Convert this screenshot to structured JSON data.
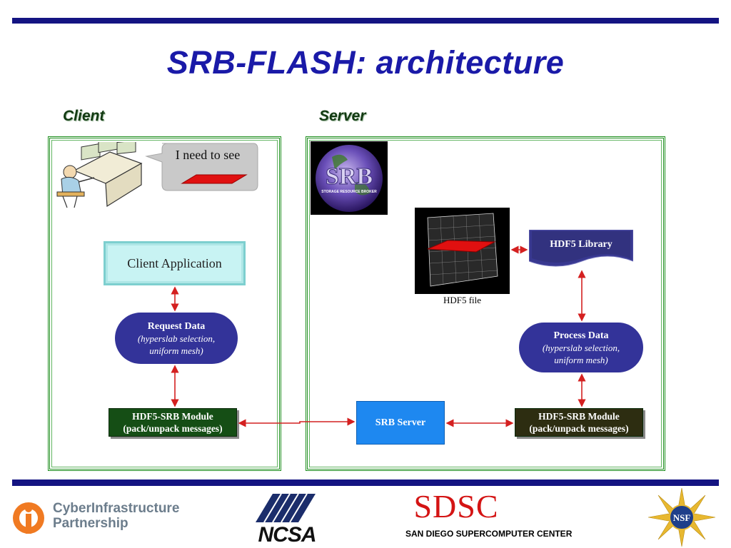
{
  "title": "SRB-FLASH: architecture",
  "client": {
    "label": "Client",
    "speech_bubble": "I need to see",
    "client_application": "Client Application",
    "request_data": {
      "heading": "Request Data",
      "detail_line1": "(hyperslab selection,",
      "detail_line2": "uniform mesh)"
    },
    "module": {
      "line1": "HDF5-SRB Module",
      "line2": "(pack/unpack messages)"
    }
  },
  "server": {
    "label": "Server",
    "srb_logo_text": "SRB",
    "srb_logo_caption": "STORAGE RESOURCE BROKER",
    "hdf5_file_label": "HDF5 file",
    "hdf5_library": "HDF5 Library",
    "process_data": {
      "heading": "Process Data",
      "detail_line1": "(hyperslab selection,",
      "detail_line2": "uniform mesh)"
    },
    "srb_server": "SRB Server",
    "module": {
      "line1": "HDF5-SRB Module",
      "line2": "(pack/unpack messages)"
    }
  },
  "footer": {
    "cip_line1": "CyberInfrastructure",
    "cip_line2": "Partnership",
    "ncsa": "NCSA",
    "sdsc": "SDSC",
    "sdsc_full": "SAN DIEGO SUPERCOMPUTER CENTER",
    "nsf": "NSF"
  },
  "colors": {
    "rule": "#141482",
    "title": "#1a1aa8",
    "panel_border": "#1f8f1f",
    "oval": "#333399",
    "module": "#154e15",
    "srb_server": "#1e88f0",
    "connector": "#d42020",
    "sdsc": "#d41414"
  }
}
